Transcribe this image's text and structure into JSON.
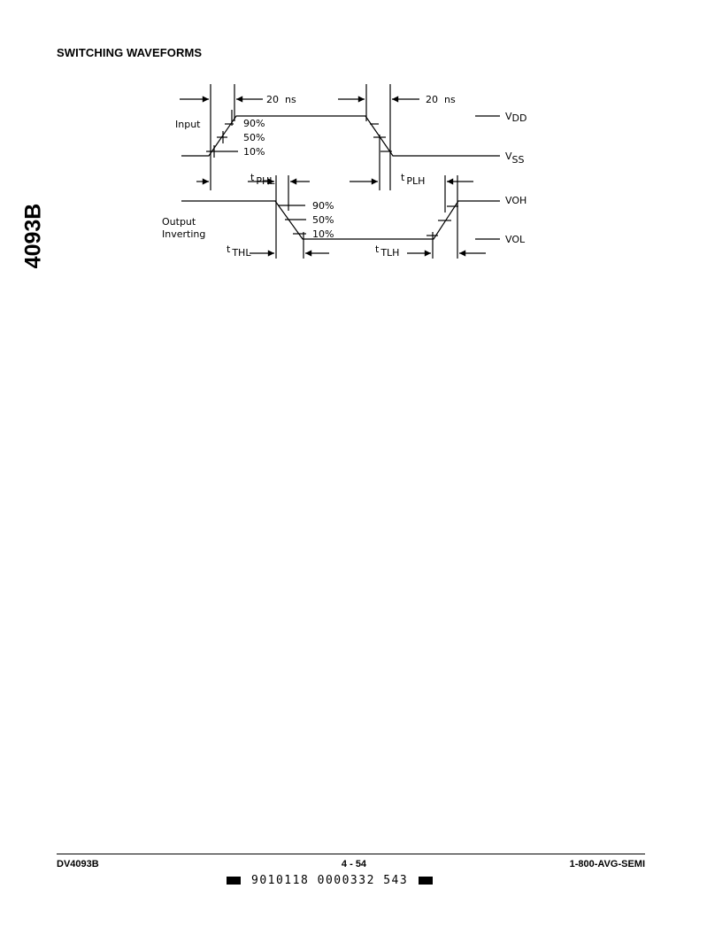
{
  "section": {
    "title": "SWITCHING WAVEFORMS"
  },
  "side_tab": {
    "label": "4093B"
  },
  "diagram": {
    "input_label": "Input",
    "output_label_line1": "Output",
    "output_label_line2": "Inverting",
    "rise_time": "20  ns",
    "fall_time": "20  ns",
    "pct_90": "90%",
    "pct_50": "50%",
    "pct_10": "10%",
    "vdd": {
      "main": "V",
      "sub": "DD"
    },
    "vss": {
      "main": "V",
      "sub": "SS"
    },
    "voh": {
      "main": "V",
      "sub": "OH"
    },
    "vol": {
      "main": "V",
      "sub": "OL"
    },
    "tphl": {
      "main": "t",
      "sub": "PHL"
    },
    "tplh": {
      "main": "t",
      "sub": "PLH"
    },
    "tthl": {
      "main": "t",
      "sub": "THL"
    },
    "ttlh": {
      "main": "t",
      "sub": "TLH"
    }
  },
  "footer": {
    "part": "DV4093B",
    "page": "4 - 54",
    "phone": "1-800-AVG-SEMI",
    "barcode": "9010118 0000332 543"
  }
}
